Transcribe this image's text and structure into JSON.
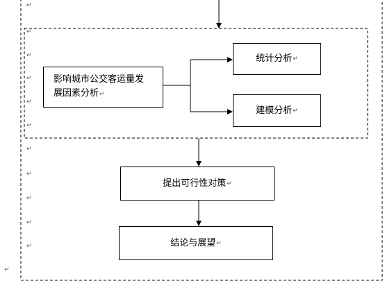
{
  "diagram": {
    "nodes": {
      "factors": {
        "line1": "影响城市公交客运量发",
        "line2": "展因素分析"
      },
      "stats": {
        "label": "统计分析"
      },
      "model": {
        "label": "建模分析"
      },
      "proposal": {
        "label": "提出可行性对策"
      },
      "conclusion": {
        "label": "结论与展望"
      }
    },
    "paragraph_mark": "↵"
  }
}
